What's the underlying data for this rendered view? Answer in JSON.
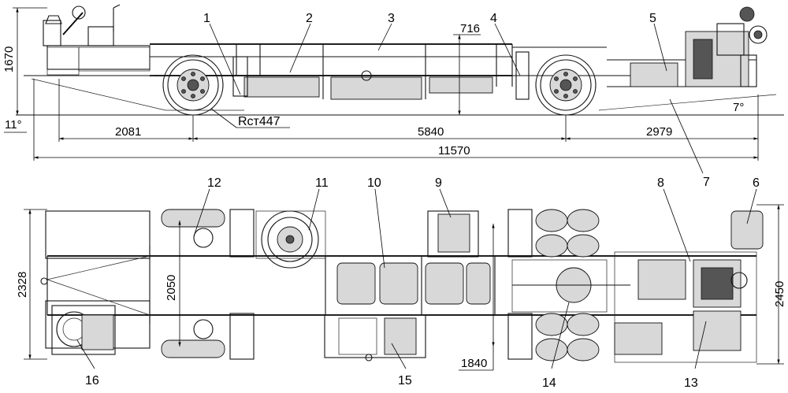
{
  "dimensions": {
    "height_total": "1670",
    "top_clearance": "716",
    "front_overhang": "2081",
    "wheelbase": "5840",
    "rear_overhang": "2979",
    "overall_length": "11570",
    "front_angle": "11°",
    "rear_angle": "7°",
    "turning_radius": "Rст447",
    "width_frame": "2328",
    "track_front": "2050",
    "width_overall": "2450",
    "rear_track": "1840"
  },
  "callouts": {
    "c1": "1",
    "c2": "2",
    "c3": "3",
    "c4": "4",
    "c5": "5",
    "c6": "6",
    "c7": "7",
    "c8": "8",
    "c9": "9",
    "c10": "10",
    "c11": "11",
    "c12": "12",
    "c13": "13",
    "c14": "14",
    "c15": "15",
    "c16": "16"
  }
}
